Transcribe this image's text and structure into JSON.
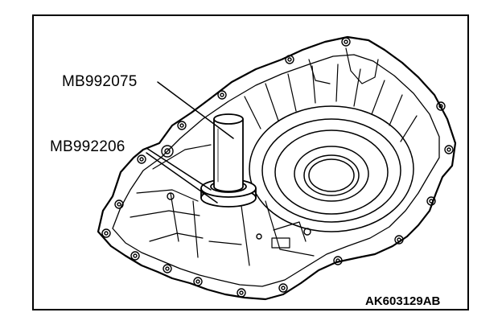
{
  "callouts": {
    "tool_upper": "MB992075",
    "tool_lower": "MB992206"
  },
  "figure_code": "AK603129AB"
}
